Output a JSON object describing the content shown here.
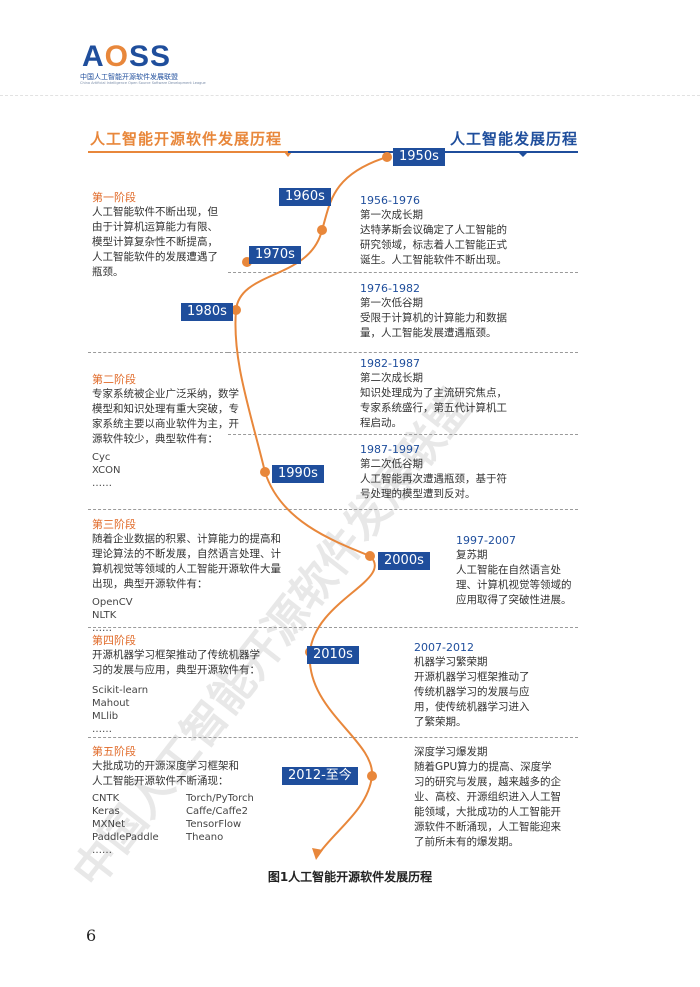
{
  "logo": {
    "wordmark_a": "A",
    "wordmark_o": "O",
    "wordmark_ss": "SS",
    "subtitle": "中国人工智能开源软件发展联盟",
    "subtitle_en": "China Artificial Intelligence Open Source Software Development League"
  },
  "headers": {
    "left": "人工智能开源软件发展历程",
    "right": "人工智能发展历程"
  },
  "decades": [
    "1950s",
    "1960s",
    "1970s",
    "1980s",
    "1990s",
    "2000s",
    "2010s",
    "2012-至今"
  ],
  "stages": [
    {
      "title": "第一阶段",
      "text": [
        "人工智能软件不断出现，但",
        "由于计算机运算能力有限、",
        "模型计算复杂性不断提高，",
        "人工智能软件的发展遭遇了",
        "瓶颈。"
      ],
      "software": []
    },
    {
      "title": "第二阶段",
      "text": [
        "专家系统被企业广泛采纳，数学",
        "模型和知识处理有重大突破，专",
        "家系统主要以商业软件为主，开",
        "源软件较少，典型软件有："
      ],
      "software": [
        "Cyc",
        "XCON",
        "……"
      ]
    },
    {
      "title": "第三阶段",
      "text": [
        "随着企业数据的积累、计算能力的提高和",
        "理论算法的不断发展，自然语言处理、计",
        "算机视觉等领域的人工智能开源软件大量",
        "出现，典型开源软件有："
      ],
      "software": [
        "OpenCV",
        "NLTK",
        "……"
      ]
    },
    {
      "title": "第四阶段",
      "text": [
        "开源机器学习框架推动了传统机器学",
        "习的发展与应用，典型开源软件有："
      ],
      "software": [
        "Scikit-learn",
        "Mahout",
        "MLlib",
        "……"
      ]
    },
    {
      "title": "第五阶段",
      "text": [
        "大批成功的开源深度学习框架和",
        "人工智能开源软件不断涌现："
      ],
      "software_col1": [
        "CNTK",
        "Keras",
        "MXNet",
        "PaddlePaddle",
        "……"
      ],
      "software_col2": [
        "Torch/PyTorch",
        "Caffe/Caffe2",
        "TensorFlow",
        "Theano"
      ]
    }
  ],
  "periods": [
    {
      "lead": "1956-1976",
      "text": [
        "第一次成长期",
        "达特茅斯会议确定了人工智能的",
        "研究领域，标志着人工智能正式",
        "诞生。人工智能软件不断出现。"
      ]
    },
    {
      "lead": "1976-1982",
      "text": [
        "第一次低谷期",
        "受限于计算机的计算能力和数据",
        "量，人工智能发展遭遇瓶颈。"
      ]
    },
    {
      "lead": "1982-1987",
      "text": [
        "第二次成长期",
        "知识处理成为了主流研究焦点，",
        "专家系统盛行，第五代计算机工",
        "程启动。"
      ]
    },
    {
      "lead": "1987-1997",
      "text": [
        "第二次低谷期",
        "人工智能再次遭遇瓶颈，基于符",
        "号处理的模型遭到反对。"
      ]
    },
    {
      "lead": "1997-2007",
      "text": [
        "复苏期",
        "人工智能在自然语言处",
        "理、计算机视觉等领域的",
        "应用取得了突破性进展。"
      ]
    },
    {
      "lead": "2007-2012",
      "text": [
        "机器学习繁荣期",
        "开源机器学习框架推动了",
        "传统机器学习的发展与应",
        "用，使传统机器学习进入",
        "了繁荣期。"
      ]
    },
    {
      "lead": "",
      "text": [
        "深度学习爆发期",
        "随着GPU算力的提高、深度学",
        "习的研究与发展，越来越多的企",
        "业、高校、开源组织进入人工智",
        "能领域，大批成功的人工智能开",
        "源软件不断涌现，人工智能迎来",
        "了前所未有的爆发期。"
      ]
    }
  ],
  "caption": "图1人工智能开源软件发展历程",
  "page_number": "6",
  "watermark": "中国人工智能开源软件发展联盟",
  "colors": {
    "orange": "#e8873b",
    "blue": "#1f4e9c"
  }
}
